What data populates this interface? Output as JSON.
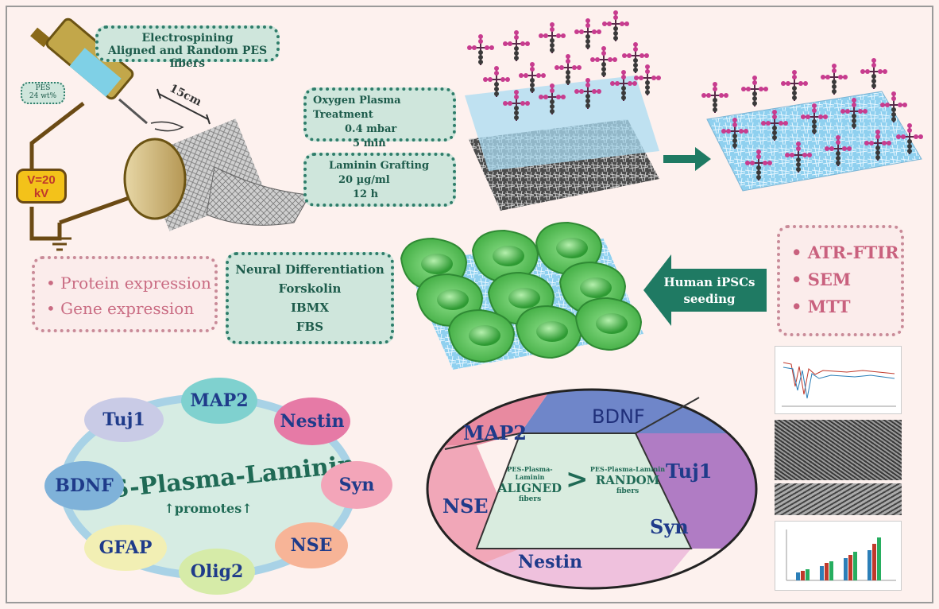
{
  "electrospin": {
    "title": "Electrospining",
    "subtitle": "Aligned and Random PES fibers"
  },
  "pes_label": {
    "line1": "PES",
    "line2": "24 wt%"
  },
  "distance_label": "15cm",
  "voltage": {
    "line1": "V=20",
    "line2": "kV"
  },
  "plasma": {
    "title": "Oxygen Plasma Treatment",
    "line2": "0.4 mbar",
    "line3": "5 min"
  },
  "laminin": {
    "title": "Laminin Grafting",
    "line2": "20 µg/ml",
    "line3": "12 h"
  },
  "analysis": {
    "items": [
      "• ATR-FTIR",
      "• SEM",
      "• MTT"
    ]
  },
  "seeding_arrow": {
    "line1": "Human iPSCs",
    "line2": "seeding"
  },
  "differentiation": {
    "title": "Neural Differentiation",
    "items": [
      "Forskolin",
      "IBMX",
      "FBS"
    ]
  },
  "expression": {
    "items": [
      "• Protein expression",
      "• Gene expression"
    ]
  },
  "ring": {
    "center_title": "PES-Plasma-Laminin",
    "center_sub": "↑promotes↑",
    "markers": [
      {
        "label": "MAP2",
        "color": "#7fd1cf"
      },
      {
        "label": "Nestin",
        "color": "#e67aa6"
      },
      {
        "label": "Syn",
        "color": "#f3a5b9"
      },
      {
        "label": "NSE",
        "color": "#f7b497"
      },
      {
        "label": "Olig2",
        "color": "#d6eba8"
      },
      {
        "label": "GFAP",
        "color": "#f2efb4"
      },
      {
        "label": "BDNF",
        "color": "#7fb2d9"
      },
      {
        "label": "Tuj1",
        "color": "#c9cbe6"
      }
    ]
  },
  "comparison": {
    "segments": {
      "bdnf": "BDNF",
      "tuj1": "Tuj1",
      "syn": "Syn",
      "nestin": "Nestin",
      "nse": "NSE",
      "map2": "MAP2"
    },
    "left_small": "PES-Plasma-Laminin",
    "left_big": "ALIGNED",
    "left_fibers": "fibers",
    "operator": ">",
    "right_small": "PES-Plasma-Laminin",
    "right_big": "RANDOM",
    "right_fibers": "fibers"
  }
}
